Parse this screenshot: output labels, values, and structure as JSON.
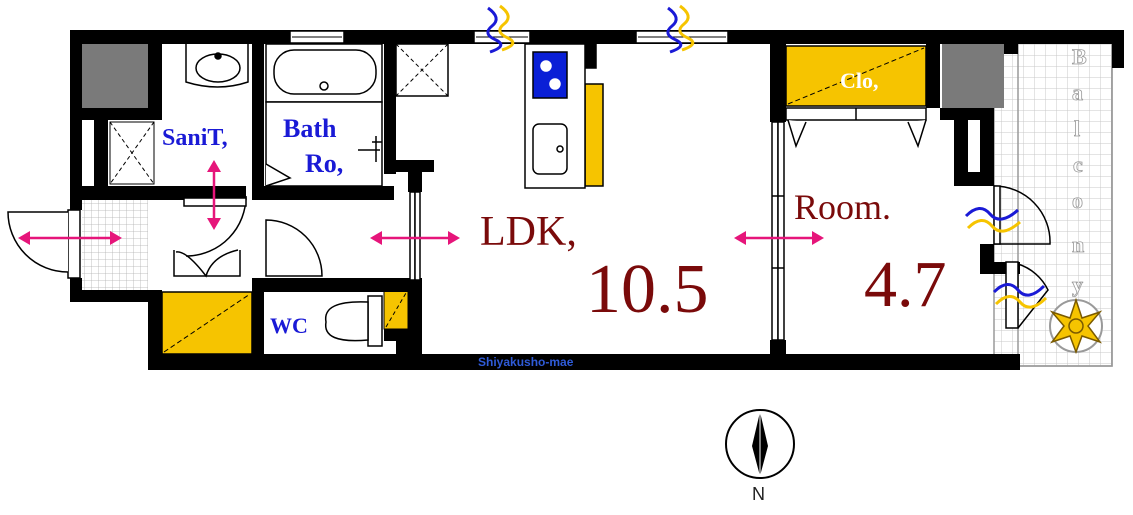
{
  "rooms": {
    "sanitary": "SaniT,",
    "bath_line1": "Bath",
    "bath_line2": "Ro,",
    "ldk_name": "LDK,",
    "ldk_size": "10.5",
    "room_name": "Room.",
    "room_size": "4.7",
    "closet": "Clo,",
    "wc": "WC"
  },
  "balcony": [
    "B",
    "a",
    "l",
    "c",
    "o",
    "n",
    "y"
  ],
  "street": "Shiyakusho-mae",
  "compass": {
    "label": "N"
  },
  "colors": {
    "wall": "#000000",
    "storage_yellow": "#f6c400",
    "label_blue": "#1a1ad6",
    "label_darkred": "#7a0a0a",
    "arrow_pink": "#e6157a",
    "street_blue": "#2f5bd8"
  }
}
